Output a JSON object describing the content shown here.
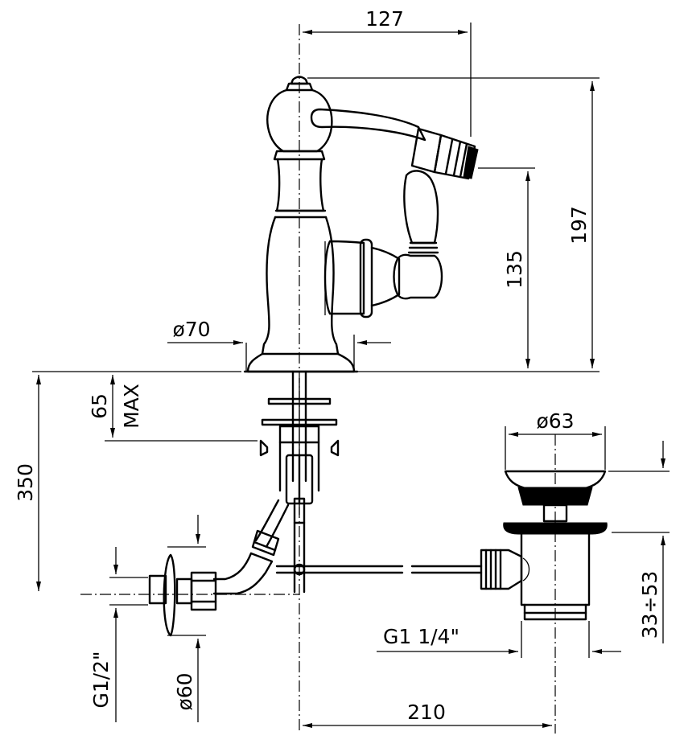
{
  "dimensions": {
    "width_127": "127",
    "height_197": "197",
    "height_135": "135",
    "dia_70": "ø70",
    "dim_65": "65",
    "dim_max": "MAX",
    "height_350": "350",
    "dia_63": "ø63",
    "range_33_53": "33÷53",
    "thread_g114": "G1  1/4\"",
    "thread_g12": "G1/2\"",
    "dia_60": "ø60",
    "width_210": "210"
  }
}
